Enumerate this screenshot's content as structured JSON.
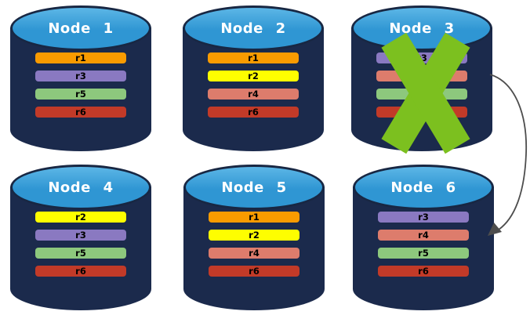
{
  "diagram": {
    "colors": {
      "cylinder_body": "#1B2A4C",
      "cylinder_top": "#2F96D3",
      "cylinder_border": "#182743",
      "failure_x": "#7CC01F",
      "arrow": "#4D4D4D",
      "replica_r1": "#F99B00",
      "replica_r2": "#FEFE00",
      "replica_r3": "#8A79C1",
      "replica_r4": "#DD7C6C",
      "replica_r5": "#8DC87D",
      "replica_r6": "#C23A28"
    },
    "nodes": [
      {
        "label": "Node 1",
        "failed": false,
        "replicas": [
          {
            "label": "r1",
            "color": "#F99B00"
          },
          {
            "label": "r3",
            "color": "#8A79C1"
          },
          {
            "label": "r5",
            "color": "#8DC87D"
          },
          {
            "label": "r6",
            "color": "#C23A28"
          }
        ]
      },
      {
        "label": "Node 2",
        "failed": false,
        "replicas": [
          {
            "label": "r1",
            "color": "#F99B00"
          },
          {
            "label": "r2",
            "color": "#FEFE00"
          },
          {
            "label": "r4",
            "color": "#DD7C6C"
          },
          {
            "label": "r6",
            "color": "#C23A28"
          }
        ]
      },
      {
        "label": "Node 3",
        "failed": true,
        "replicas": [
          {
            "label": "r3",
            "color": "#8A79C1"
          },
          {
            "label": "",
            "color": "#DD7C6C"
          },
          {
            "label": "",
            "color": "#8DC87D"
          },
          {
            "label": "",
            "color": "#C23A28"
          }
        ]
      },
      {
        "label": "Node 4",
        "failed": false,
        "replicas": [
          {
            "label": "r2",
            "color": "#FEFE00"
          },
          {
            "label": "r3",
            "color": "#8A79C1"
          },
          {
            "label": "r5",
            "color": "#8DC87D"
          },
          {
            "label": "r6",
            "color": "#C23A28"
          }
        ]
      },
      {
        "label": "Node 5",
        "failed": false,
        "replicas": [
          {
            "label": "r1",
            "color": "#F99B00"
          },
          {
            "label": "r2",
            "color": "#FEFE00"
          },
          {
            "label": "r4",
            "color": "#DD7C6C"
          },
          {
            "label": "r6",
            "color": "#C23A28"
          }
        ]
      },
      {
        "label": "Node 6",
        "failed": false,
        "replicas": [
          {
            "label": "r3",
            "color": "#8A79C1"
          },
          {
            "label": "r4",
            "color": "#DD7C6C"
          },
          {
            "label": "r5",
            "color": "#8DC87D"
          },
          {
            "label": "r6",
            "color": "#C23A28"
          }
        ]
      }
    ],
    "arrow": {
      "from": "Node 3",
      "to": "Node 6"
    }
  }
}
